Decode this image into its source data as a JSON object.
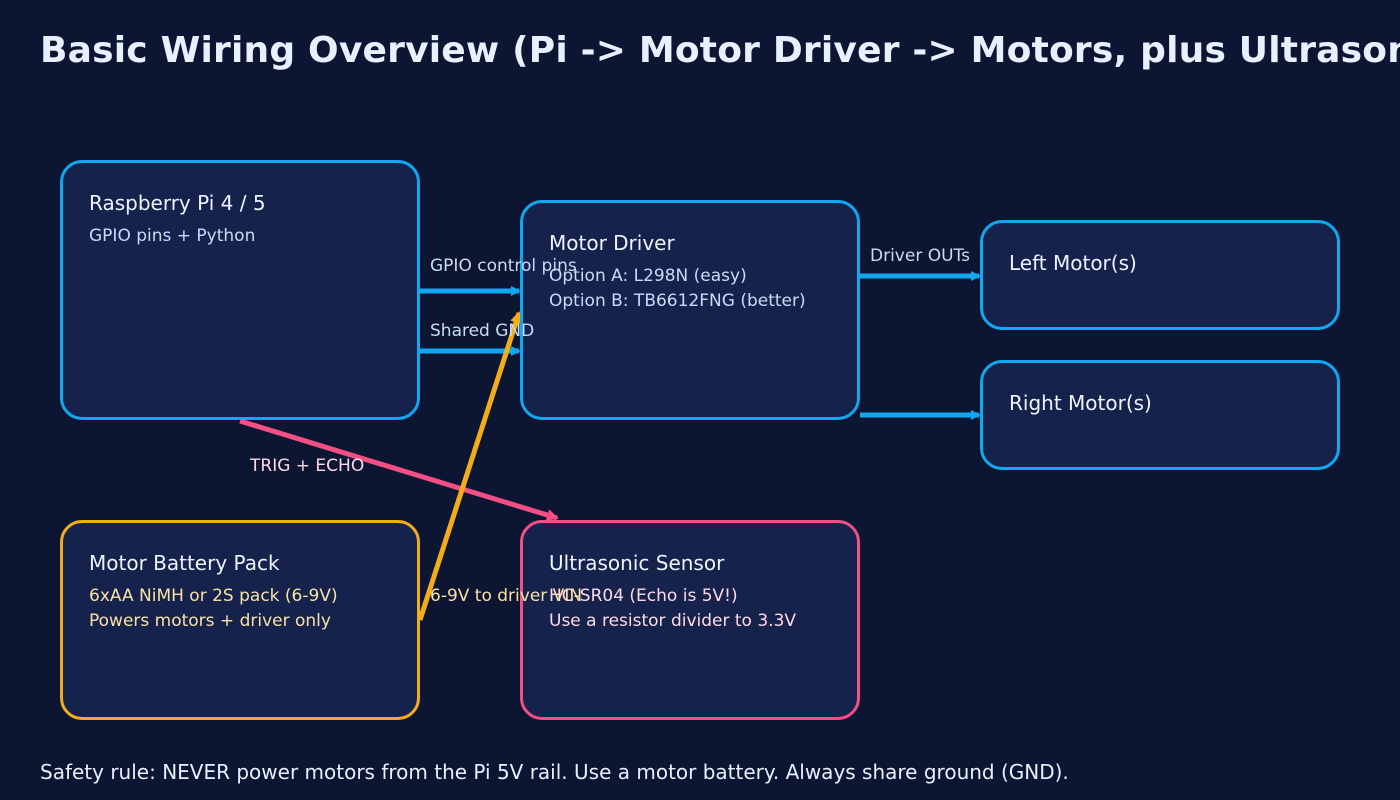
{
  "title": "Basic Wiring Overview (Pi -> Motor Driver -> Motors, plus Ultrasonic)",
  "footer": "Safety rule: NEVER power motors from the Pi 5V rail. Use a motor battery. Always share ground (GND).",
  "colors": {
    "background": "#0c1633",
    "box_fill": "#15234c",
    "blue": "#12a8f0",
    "orange": "#f4ad1a",
    "pink": "#f25084"
  },
  "boxes": {
    "pi": {
      "title": "Raspberry Pi 4 / 5",
      "lines": [
        "GPIO pins + Python"
      ]
    },
    "driver": {
      "title": "Motor Driver",
      "lines": [
        "Option A: L298N (easy)",
        "Option B: TB6612FNG (better)"
      ]
    },
    "left_motor": {
      "title": "Left Motor(s)",
      "lines": []
    },
    "right_motor": {
      "title": "Right Motor(s)",
      "lines": []
    },
    "battery": {
      "title": "Motor Battery Pack",
      "lines": [
        "6xAA NiMH or 2S pack (6-9V)",
        "Powers motors + driver only"
      ]
    },
    "ultrasonic": {
      "title": "Ultrasonic Sensor",
      "lines": [
        "HC-SR04 (Echo is 5V!)",
        "Use a resistor divider to 3.3V"
      ]
    }
  },
  "wire_labels": {
    "gpio": "GPIO control pins",
    "gnd": "Shared GND",
    "driver_outs": "Driver OUTs",
    "trig_echo": "TRIG + ECHO",
    "battery_vin": "6-9V to driver VIN"
  }
}
